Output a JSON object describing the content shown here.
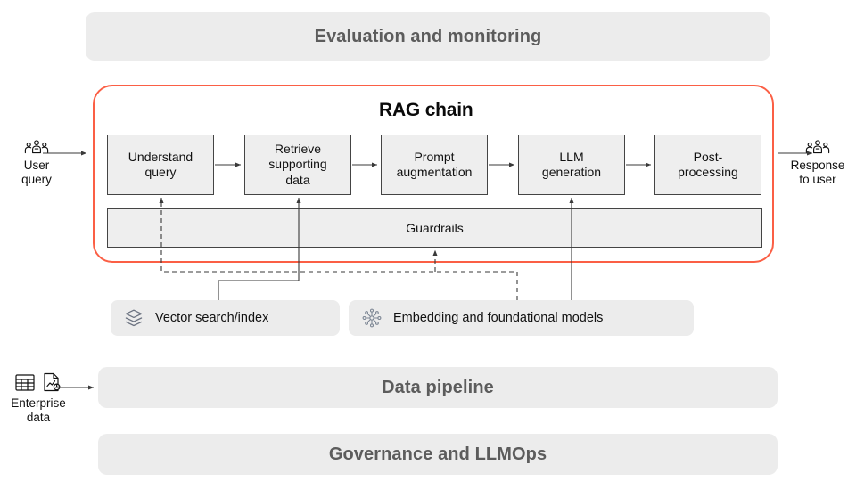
{
  "diagram": {
    "title": "RAG chain",
    "accent_color": "#fb5f45",
    "band_color": "#ececec",
    "box_fill": "#eeeeee",
    "box_border": "#444444"
  },
  "bands": [
    {
      "id": "evaluation",
      "label": "Evaluation and monitoring"
    },
    {
      "id": "data-pipeline",
      "label": "Data pipeline"
    },
    {
      "id": "governance",
      "label": "Governance and LLMOps"
    }
  ],
  "rag_chain": {
    "title": "RAG chain",
    "stages": [
      {
        "id": "understand-query",
        "line1": "Understand",
        "line2": "query"
      },
      {
        "id": "retrieve-supporting",
        "line1": "Retrieve",
        "line2": "supporting",
        "line3": "data"
      },
      {
        "id": "prompt-augmentation",
        "line1": "Prompt",
        "line2": "augmentation"
      },
      {
        "id": "llm-generation",
        "line1": "LLM",
        "line2": "generation"
      },
      {
        "id": "post-processing",
        "line1": "Post-",
        "line2": "processing"
      }
    ],
    "guardrails_label": "Guardrails"
  },
  "resources": [
    {
      "id": "vector-search",
      "label": "Vector search/index",
      "icon": "layers-stack-icon"
    },
    {
      "id": "models",
      "label": "Embedding and foundational models",
      "icon": "snowflake-network-icon"
    }
  ],
  "endpoints": [
    {
      "id": "user-query",
      "line1": "User",
      "line2": "query",
      "icon": "people-group-icon"
    },
    {
      "id": "response-to-user",
      "line1": "Response",
      "line2": "to user",
      "icon": "people-group-icon"
    },
    {
      "id": "enterprise-data",
      "line1": "Enterprise",
      "line2": "data",
      "icon": "table-grid-icon",
      "icon2": "document-chart-icon"
    }
  ]
}
